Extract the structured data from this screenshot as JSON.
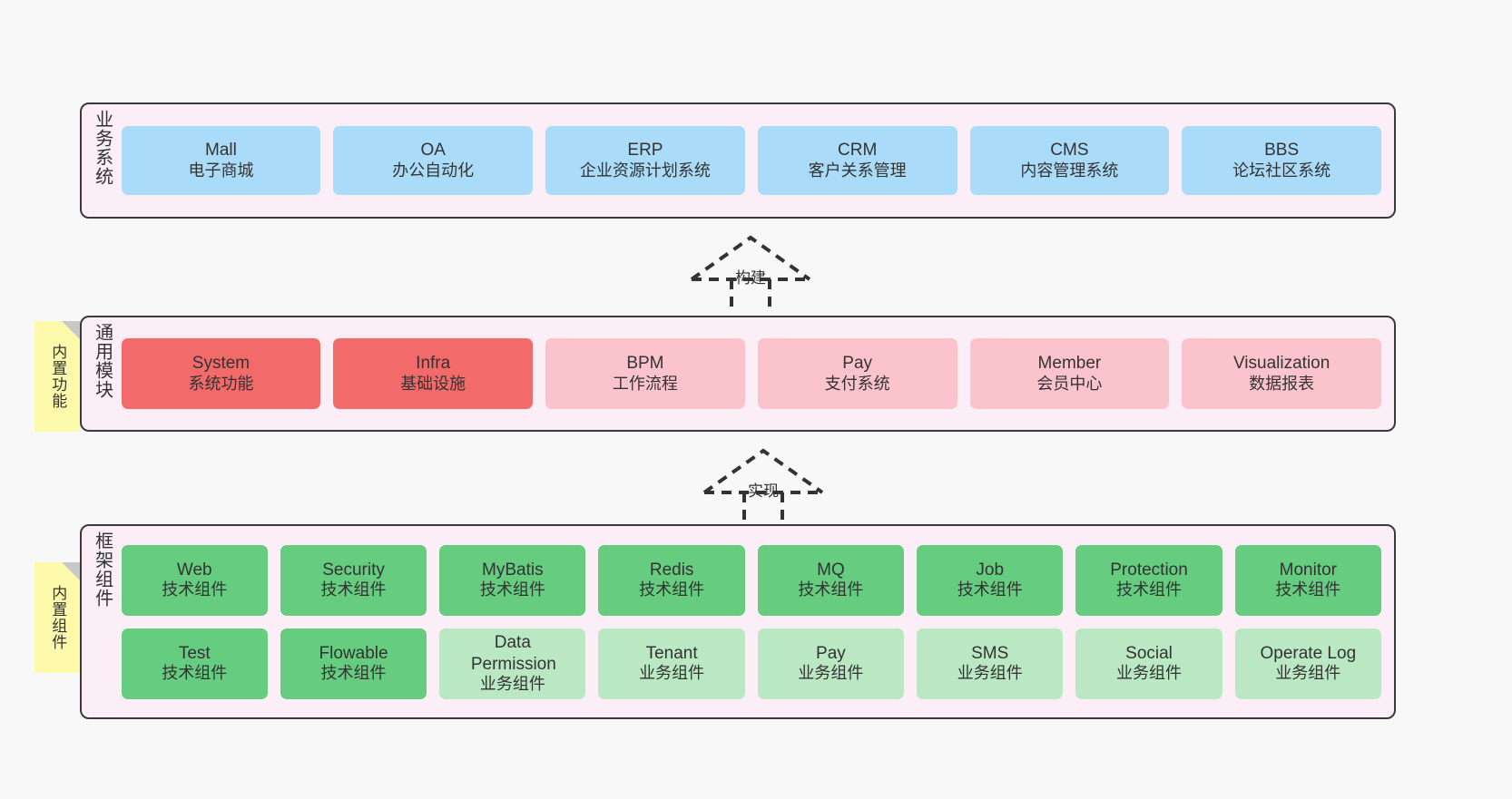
{
  "diagram": {
    "background": "#f8f8f8",
    "band_fill": "#fbeef6",
    "band_stroke": "#3a3a3a",
    "note_fill": "#fcfaaa",
    "colors": {
      "business": "#aadcfa",
      "core_module": "#f26a6a",
      "module": "#fbc4cd",
      "tech_component": "#66cc7f",
      "biz_component": "#b9e8c3"
    }
  },
  "layers": [
    {
      "key": "business",
      "title": "业务系统",
      "rows": [
        [
          {
            "en": "Mall",
            "cn": "电子商城"
          },
          {
            "en": "OA",
            "cn": "办公自动化"
          },
          {
            "en": "ERP",
            "cn": "企业资源计划系统"
          },
          {
            "en": "CRM",
            "cn": "客户关系管理"
          },
          {
            "en": "CMS",
            "cn": "内容管理系统"
          },
          {
            "en": "BBS",
            "cn": "论坛社区系统"
          }
        ]
      ]
    },
    {
      "key": "common",
      "title": "通用模块",
      "note": "内置功能",
      "rows": [
        [
          {
            "en": "System",
            "cn": "系统功能",
            "style": "core"
          },
          {
            "en": "Infra",
            "cn": "基础设施",
            "style": "core"
          },
          {
            "en": "BPM",
            "cn": "工作流程",
            "style": "plain"
          },
          {
            "en": "Pay",
            "cn": "支付系统",
            "style": "plain"
          },
          {
            "en": "Member",
            "cn": "会员中心",
            "style": "plain"
          },
          {
            "en": "Visualization",
            "cn": "数据报表",
            "style": "plain"
          }
        ]
      ]
    },
    {
      "key": "framework",
      "title": "框架组件",
      "note": "内置组件",
      "rows": [
        [
          {
            "en": "Web",
            "cn": "技术组件",
            "style": "tech"
          },
          {
            "en": "Security",
            "cn": "技术组件",
            "style": "tech"
          },
          {
            "en": "MyBatis",
            "cn": "技术组件",
            "style": "tech"
          },
          {
            "en": "Redis",
            "cn": "技术组件",
            "style": "tech"
          },
          {
            "en": "MQ",
            "cn": "技术组件",
            "style": "tech"
          },
          {
            "en": "Job",
            "cn": "技术组件",
            "style": "tech"
          },
          {
            "en": "Protection",
            "cn": "技术组件",
            "style": "tech"
          },
          {
            "en": "Monitor",
            "cn": "技术组件",
            "style": "tech"
          }
        ],
        [
          {
            "en": "Test",
            "cn": "技术组件",
            "style": "tech"
          },
          {
            "en": "Flowable",
            "cn": "技术组件",
            "style": "tech"
          },
          {
            "en": "Data Permission",
            "cn": "业务组件",
            "style": "biz"
          },
          {
            "en": "Tenant",
            "cn": "业务组件",
            "style": "biz"
          },
          {
            "en": "Pay",
            "cn": "业务组件",
            "style": "biz"
          },
          {
            "en": "SMS",
            "cn": "业务组件",
            "style": "biz"
          },
          {
            "en": "Social",
            "cn": "业务组件",
            "style": "biz"
          },
          {
            "en": "Operate Log",
            "cn": "业务组件",
            "style": "biz"
          }
        ]
      ]
    }
  ],
  "connectors": [
    {
      "key": "build",
      "label": "构建"
    },
    {
      "key": "implement",
      "label": "实现"
    }
  ]
}
